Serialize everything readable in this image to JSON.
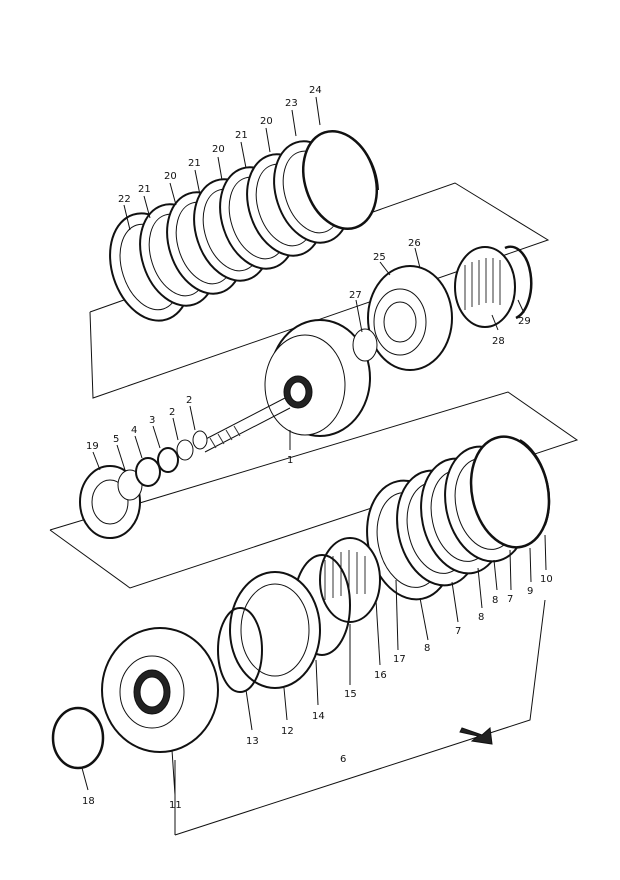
{
  "diagram": {
    "labels": [
      "1",
      "2",
      "2",
      "3",
      "4",
      "5",
      "6",
      "7",
      "7",
      "8",
      "8",
      "8",
      "9",
      "10",
      "11",
      "12",
      "13",
      "14",
      "15",
      "16",
      "17",
      "18",
      "19",
      "20",
      "20",
      "20",
      "21",
      "21",
      "21",
      "22",
      "23",
      "24",
      "25",
      "26",
      "27",
      "28",
      "29"
    ]
  },
  "colors": {
    "ink": "#111111",
    "paper": "#ffffff"
  },
  "icons": {
    "front_indicator": "fwd-arrow-icon"
  }
}
